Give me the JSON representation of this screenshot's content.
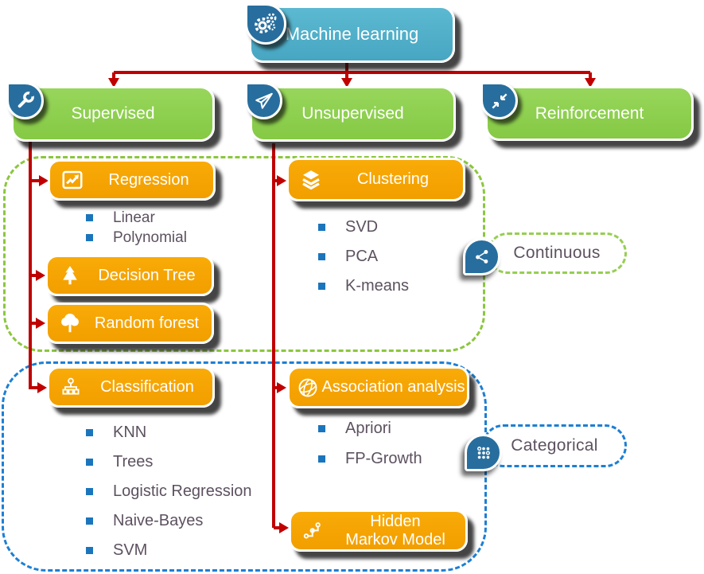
{
  "root": {
    "label": "Machine learning",
    "icon": "gears-icon"
  },
  "branches": [
    {
      "label": "Supervised",
      "icon": "wrench-icon"
    },
    {
      "label": "Unsupervised",
      "icon": "paper-plane-icon"
    },
    {
      "label": "Reinforcement",
      "icon": "collapse-arrows-icon"
    }
  ],
  "nodes": {
    "regression": {
      "label": "Regression",
      "icon": "line-chart-icon"
    },
    "decision_tree": {
      "label": "Decision Tree",
      "icon": "pine-tree-icon"
    },
    "random_forest": {
      "label": "Random forest",
      "icon": "round-tree-icon"
    },
    "classification": {
      "label": "Classification",
      "icon": "org-chart-icon"
    },
    "clustering": {
      "label": "Clustering",
      "icon": "layers-icon"
    },
    "association": {
      "label": "Association analysis",
      "icon": "globe-network-icon"
    },
    "hmm": {
      "line1": "Hidden",
      "line2": "Markov Model",
      "icon": "markov-path-icon"
    }
  },
  "lists": {
    "regression": [
      "Linear",
      "Polynomial"
    ],
    "clustering": [
      "SVD",
      "PCA",
      "K-means"
    ],
    "classification": [
      "KNN",
      "Trees",
      "Logistic Regression",
      "Naive-Bayes",
      "SVM"
    ],
    "association": [
      "Apriori",
      "FP-Growth"
    ]
  },
  "groups": {
    "continuous": {
      "label": "Continuous",
      "icon": "share-icon"
    },
    "categorical": {
      "label": "Categorical",
      "icon": "dots-grid-icon"
    }
  },
  "colors": {
    "root_fill": "#4FAEC9",
    "branch_fill": "#8ED04E",
    "node_fill": "#F7A401",
    "connector_red": "#C00000",
    "badge_blue": "#276E9E",
    "bullet_blue": "#1B75BC",
    "muted_text": "#5D5160",
    "green_dash": "#8CC63E",
    "blue_dash": "#1C7FD4"
  }
}
